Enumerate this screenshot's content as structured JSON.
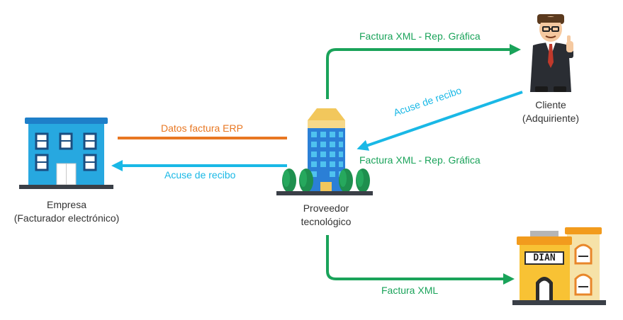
{
  "colors": {
    "green": "#1aa35a",
    "orange": "#e87722",
    "cyan": "#19b8e6",
    "text": "#333333"
  },
  "nodes": {
    "empresa": {
      "line1": "Empresa",
      "line2": "(Facturador electrónico)",
      "icon": "office-building-icon"
    },
    "proveedor": {
      "line1": "Proveedor",
      "line2": "tecnológico",
      "icon": "skyscraper-icon"
    },
    "cliente": {
      "line1": "Cliente",
      "line2": "(Adquiriente)",
      "icon": "businessman-thumbs-up-icon"
    },
    "dian": {
      "sign": "DIAN",
      "icon": "government-building-icon"
    }
  },
  "edges": {
    "datos_erp": "Datos factura ERP",
    "acuse_empresa": "Acuse de recibo",
    "factura_cliente": "Factura XML - Rep. Gráfica",
    "acuse_cliente": "Acuse de recibo",
    "factura_proveedor": "Factura XML - Rep. Gráfica",
    "factura_dian": "Factura XML"
  }
}
